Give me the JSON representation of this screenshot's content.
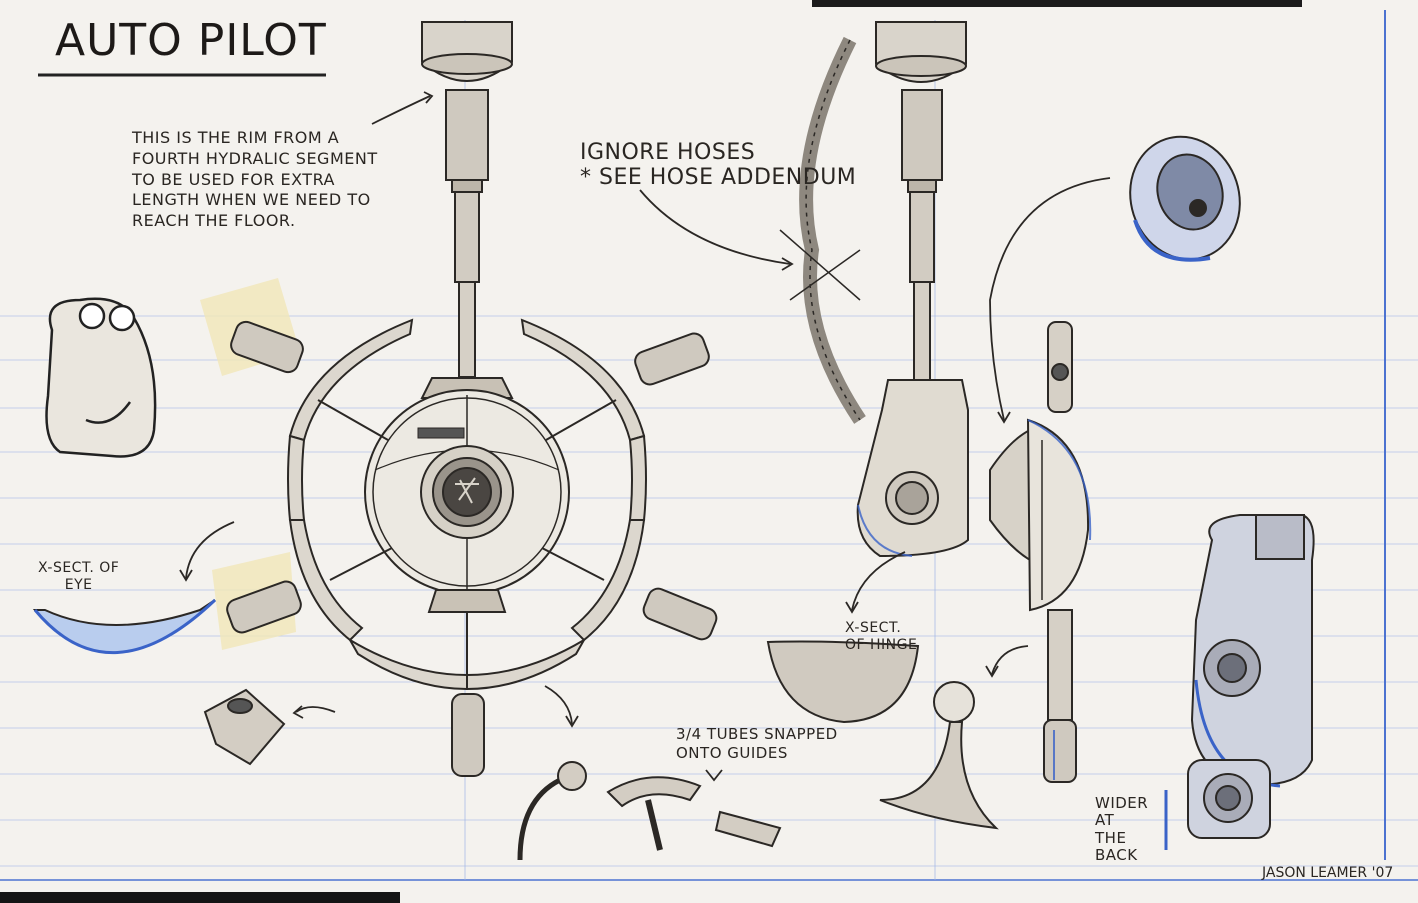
{
  "title": "AUTO PILOT",
  "rim_note": [
    "THIS IS THE RIM FROM A",
    "FOURTH HYDRALIC SEGMENT",
    "TO BE USED FOR EXTRA",
    "LENGTH WHEN WE NEED TO",
    "REACH THE FLOOR."
  ],
  "hose_note": [
    "IGNORE HOSES",
    "* SEE HOSE ADDENDUM"
  ],
  "eye_note": [
    "X-SECT. OF",
    "EYE"
  ],
  "hinge_note": [
    "X-SECT.",
    "OF HINGE"
  ],
  "tubes_note": [
    "3/4 TUBES SNAPPED",
    "ONTO GUIDES"
  ],
  "wider_note": [
    "WIDER",
    "AT",
    "THE",
    "BACK"
  ],
  "signature": "JASON LEAMER '07",
  "colors": {
    "paper": "#f4f2ee",
    "pencil": "#2b2825",
    "blue_line": "#3a63c8",
    "blue_shade": "#8fb0e8",
    "tape": "#f1e6b8"
  }
}
